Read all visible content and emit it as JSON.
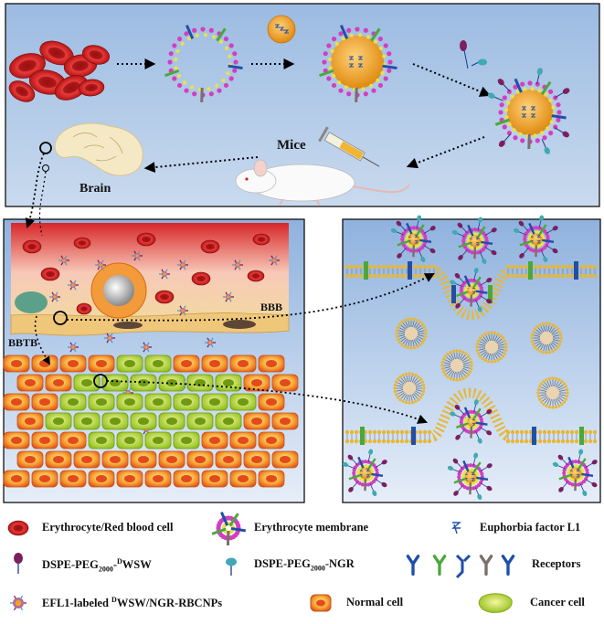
{
  "labels": {
    "mice": "Mice",
    "brain": "Brain",
    "bbb": "BBB",
    "bbtb": "BBTB"
  },
  "legend": {
    "rbc": "Erythrocyte/Red blood cell",
    "membrane": "Erythrocyte membrane",
    "efl1": "Euphorbia factor L1",
    "wsw_prefix": "DSPE-PEG",
    "wsw_sub": "2000",
    "wsw_dash": "-",
    "wsw_sup": "D",
    "wsw_suffix": "WSW",
    "ngr_prefix": "DSPE-PEG",
    "ngr_sub": "2000",
    "ngr_suffix": "-NGR",
    "receptors": "Receptors",
    "np_prefix": "EFL1-labeled ",
    "np_sup": "D",
    "np_suffix": "WSW/NGR-RBCNPs",
    "normal": "Normal cell",
    "cancer": "Cancer cell"
  },
  "colors": {
    "panel_bg": "#9fbee3",
    "panel_bg_light": "#dbe6f3",
    "rbc": "#d42a2a",
    "membrane_pink": "#d23fbf",
    "membrane_yellow": "#e8e24a",
    "np_core": "#f0a51a",
    "ligand_purple": "#7a1f5f",
    "ligand_teal": "#3fa9b5",
    "receptor_blue": "#1f4fa8",
    "receptor_green": "#4aa83a",
    "bilayer": "#e8b733",
    "normal_cell": "#f08020",
    "cancer_cell": "#b8d62a"
  }
}
